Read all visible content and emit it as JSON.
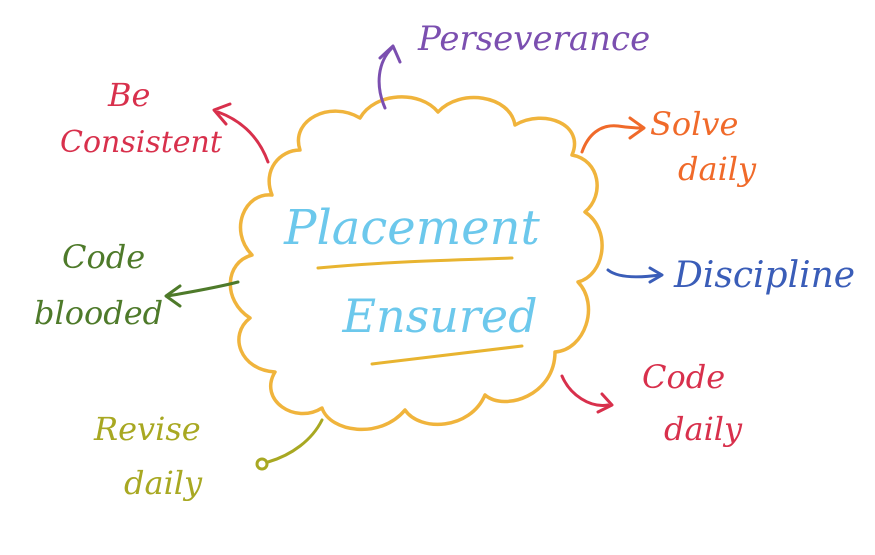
{
  "center": {
    "line1": "Placement",
    "line2": "Ensured"
  },
  "branches": {
    "perseverance": "Perseverance",
    "be_consistent_1": "Be",
    "be_consistent_2": "Consistent",
    "solve_daily_1": "Solve",
    "solve_daily_2": "daily",
    "discipline": "Discipline",
    "code_blooded_1": "Code",
    "code_blooded_2": "blooded",
    "code_daily_1": "Code",
    "code_daily_2": "daily",
    "revise_daily_1": "Revise",
    "revise_daily_2": "daily"
  },
  "colors": {
    "cloud": "#F0B43C",
    "title_blue": "#6CC8EC",
    "title_underline": "#E8B430",
    "perseverance": "#7B4FB0",
    "consistent": "#D8304C",
    "solve": "#F06A2A",
    "discipline": "#3A5DB8",
    "code_blooded": "#4E7A2A",
    "code_daily": "#D8304C",
    "revise": "#A8A822"
  }
}
